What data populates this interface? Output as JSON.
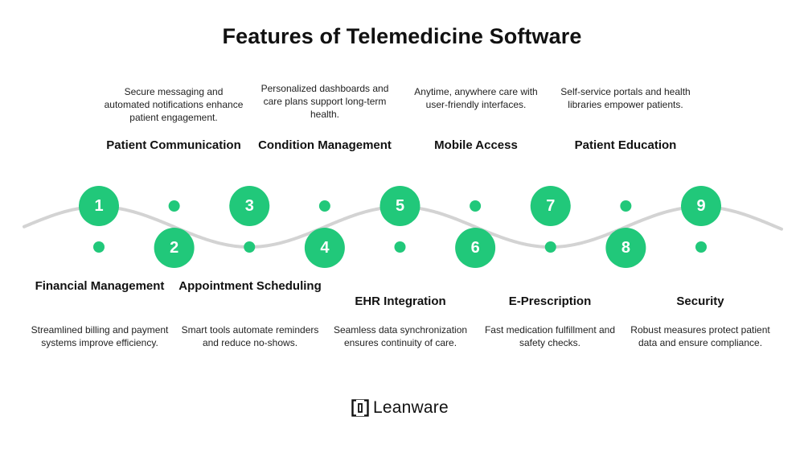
{
  "title": "Features of Telemedicine Software",
  "colors": {
    "accent": "#21c87a",
    "wave": "#d3d3d3",
    "text": "#111111"
  },
  "features": [
    {
      "number": "1",
      "title": "Financial Management",
      "description": "Streamlined billing and payment systems improve efficiency."
    },
    {
      "number": "2",
      "title": "Patient Communication",
      "description": "Secure messaging and automated notifications enhance patient engagement."
    },
    {
      "number": "3",
      "title": "Appointment Scheduling",
      "description": "Smart tools automate reminders and reduce no-shows."
    },
    {
      "number": "4",
      "title": "Condition Management",
      "description": "Personalized dashboards and care plans support long-term health."
    },
    {
      "number": "5",
      "title": "EHR Integration",
      "description": "Seamless data synchronization ensures continuity of care."
    },
    {
      "number": "6",
      "title": "Mobile Access",
      "description": "Anytime, anywhere care with user-friendly interfaces."
    },
    {
      "number": "7",
      "title": "E-Prescription",
      "description": "Fast medication fulfillment and safety checks."
    },
    {
      "number": "8",
      "title": "Patient Education",
      "description": "Self-service portals and health libraries empower patients."
    },
    {
      "number": "9",
      "title": "Security",
      "description": "Robust measures protect patient data and ensure compliance."
    }
  ],
  "brand": {
    "name": "Leanware",
    "logo_icon": "leanware-logo-icon"
  }
}
